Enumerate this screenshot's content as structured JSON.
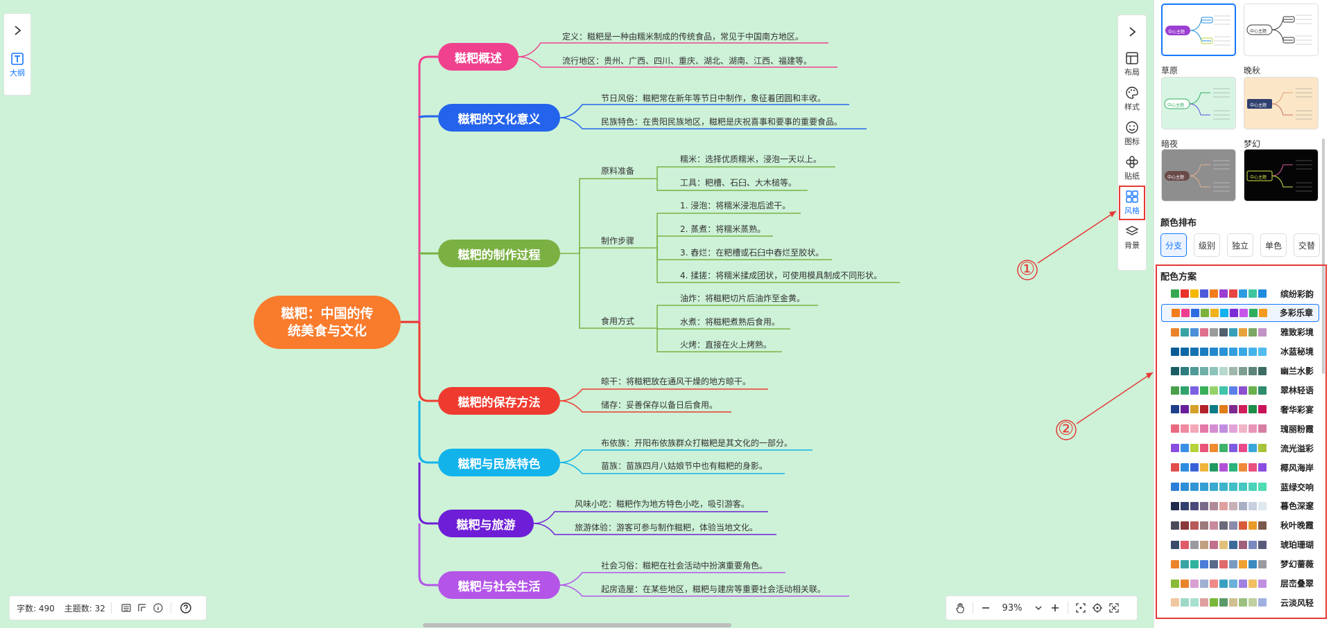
{
  "left_panel": {
    "toggle_icon": "chevron-right-icon",
    "outline_label": "大纲"
  },
  "mindmap": {
    "root": {
      "line1": "糍粑：中国的传",
      "line2": "统美食与文化"
    },
    "branches": [
      {
        "label": "糍粑概述",
        "color": "#f0418e"
      },
      {
        "label": "糍粑的文化意义",
        "color": "#2463eb"
      },
      {
        "label": "糍粑的制作过程",
        "color": "#7ab142"
      },
      {
        "label": "糍粑的保存方法",
        "color": "#ef3b2f"
      },
      {
        "label": "糍粑与民族特色",
        "color": "#12b3ea"
      },
      {
        "label": "糍粑与旅游",
        "color": "#6e1ed6"
      },
      {
        "label": "糍粑与社会生活",
        "color": "#b455e8"
      }
    ],
    "b1": [
      "定义：糍粑是一种由糯米制成的传统食品，常见于中国南方地区。",
      "流行地区：贵州、广西、四川、重庆、湖北、湖南、江西、福建等。"
    ],
    "b2": [
      "节日风俗：糍粑常在新年等节日中制作，象征着团圆和丰收。",
      "民族特色：在贵阳民族地区，糍粑是庆祝喜事和要事的重要食品。"
    ],
    "b3": {
      "groups": [
        "原料准备",
        "制作步骤",
        "食用方式"
      ],
      "g1": [
        "糯米：选择优质糯米，浸泡一天以上。",
        "工具：粑槽、石臼、大木槌等。"
      ],
      "g2": [
        "1. 浸泡：将糯米浸泡后滤干。",
        "2. 蒸煮：将糯米蒸熟。",
        "3. 舂烂：在粑槽或石臼中舂烂至胶状。",
        "4. 揉搓：将糯米揉成团状，可使用模具制成不同形状。"
      ],
      "g3": [
        "油炸：将糍粑切片后油炸至金黄。",
        "水煮：将糍粑煮熟后食用。",
        "火烤：直接在火上烤熟。"
      ]
    },
    "b4": [
      "晾干：将糍粑放在通风干燥的地方晾干。",
      "储存：妥善保存以备日后食用。"
    ],
    "b5": [
      "布依族：开阳布依族群众打糍粑是其文化的一部分。",
      "苗族：苗族四月八姑娘节中也有糍粑的身影。"
    ],
    "b6": [
      "风味小吃：糍粑作为地方特色小吃，吸引游客。",
      "旅游体验：游客可参与制作糍粑，体验当地文化。"
    ],
    "b7": [
      "社会习俗：糍粑在社会活动中扮演重要角色。",
      "起房造屋：在某些地区，糍粑与建房等重要社会活动相关联。"
    ]
  },
  "status": {
    "words": "字数: 490",
    "topics": "主题数: 32"
  },
  "zoom": {
    "value": "93%"
  },
  "right_toolbar": {
    "items": [
      {
        "label": "布局",
        "icon": "layout-icon"
      },
      {
        "label": "样式",
        "icon": "palette-icon"
      },
      {
        "label": "图标",
        "icon": "smiley-icon"
      },
      {
        "label": "贴纸",
        "icon": "sticker-icon"
      },
      {
        "label": "风格",
        "icon": "grid-icon"
      },
      {
        "label": "背景",
        "icon": "layers-icon"
      }
    ]
  },
  "side_panel": {
    "themes": [
      {
        "name": "草原"
      },
      {
        "name": "晚秋"
      },
      {
        "name": "暗夜"
      },
      {
        "name": "梦幻"
      }
    ],
    "theme_mini_label": "中心主题",
    "color_order_title": "颜色排布",
    "color_order_options": [
      "分支",
      "级别",
      "独立",
      "单色",
      "交替"
    ],
    "scheme_title": "配色方案",
    "schemes": [
      {
        "name": "缤纷彩韵",
        "colors": [
          "#36a852",
          "#e8312a",
          "#f5b700",
          "#4e5ad9",
          "#f07c1c",
          "#9b3ed1",
          "#e84545",
          "#2c9de0",
          "#3ec5a0",
          "#1f8bdc"
        ]
      },
      {
        "name": "多彩乐章",
        "colors": [
          "#f07c1c",
          "#ee3e8f",
          "#2f6be0",
          "#7bb13b",
          "#f0b21b",
          "#13b2ea",
          "#7b2bd5",
          "#c655e9",
          "#2fad5d",
          "#f29b1e"
        ]
      },
      {
        "name": "雅致彩境",
        "colors": [
          "#e9842b",
          "#3aa3a3",
          "#4c8fd8",
          "#de6f8d",
          "#9b9b9b",
          "#52606d",
          "#37a0b8",
          "#e6a23c",
          "#7ca663",
          "#c392c6"
        ]
      },
      {
        "name": "冰蓝秘境",
        "colors": [
          "#0a5c96",
          "#0e67a6",
          "#1572b2",
          "#1b7dbf",
          "#2288cb",
          "#2a93d5",
          "#329ede",
          "#3ba8e6",
          "#45b2ec",
          "#50bcf0"
        ]
      },
      {
        "name": "幽兰水影",
        "colors": [
          "#1a5e63",
          "#2e7d7f",
          "#4f9a98",
          "#6fb0a9",
          "#8cc3b9",
          "#b6d8cd",
          "#9fb7aa",
          "#7f9e92",
          "#5e857a",
          "#3d6c62"
        ]
      },
      {
        "name": "翠林轻语",
        "colors": [
          "#4aa04a",
          "#2fa36b",
          "#7b61e3",
          "#3aaf5a",
          "#96d26a",
          "#40c4aa",
          "#5d7fe8",
          "#8c4fd0",
          "#6ab04c",
          "#2f8d6e"
        ]
      },
      {
        "name": "奢华彩宴",
        "colors": [
          "#1f3f8a",
          "#6a1f9a",
          "#d6a12a",
          "#b2222a",
          "#0e7c86",
          "#e07c1a",
          "#7e2a8e",
          "#d21e5a",
          "#1f8e48",
          "#c9145a"
        ]
      },
      {
        "name": "瑰丽粉霞",
        "colors": [
          "#e9697f",
          "#ef8aa0",
          "#f4a9b9",
          "#e57aa8",
          "#d58dd1",
          "#c08ee0",
          "#e2a4d8",
          "#f1b5c8",
          "#e895b7",
          "#d77fa2"
        ]
      },
      {
        "name": "流光溢彩",
        "colors": [
          "#8a4de0",
          "#3a8ee6",
          "#b5d33a",
          "#e9557a",
          "#f08a2e",
          "#3fb36b",
          "#7c5ce0",
          "#e84a8a",
          "#38a8d8",
          "#a7c438"
        ]
      },
      {
        "name": "椰风海岸",
        "colors": [
          "#e14d4d",
          "#2f8be0",
          "#3a62d8",
          "#f0b43a",
          "#1f9a63",
          "#b24fd8",
          "#2ab47a",
          "#f08a3a",
          "#e8507d",
          "#8a4ee0"
        ]
      },
      {
        "name": "蓝绿交响",
        "colors": [
          "#2b7fd8",
          "#2e8fd8",
          "#3296d6",
          "#36a0d4",
          "#3aaad0",
          "#3eb4cc",
          "#42bec6",
          "#46c8c0",
          "#4ad2ba",
          "#4edcb4"
        ]
      },
      {
        "name": "暮色深邃",
        "colors": [
          "#1f2b4c",
          "#2f3f6e",
          "#4a4a7a",
          "#7a6a8a",
          "#b08a9a",
          "#e0a0a0",
          "#c8b0b8",
          "#a8b0c8",
          "#c8d0e0",
          "#e0e8f0"
        ]
      },
      {
        "name": "秋叶晚霞",
        "colors": [
          "#4a4a5a",
          "#8a3a3a",
          "#b85a5a",
          "#9a7a7a",
          "#c88a9a",
          "#6a6a7a",
          "#8a8aaa",
          "#d85a3a",
          "#e89a2a",
          "#7a5a4a"
        ]
      },
      {
        "name": "琥珀珊瑚",
        "colors": [
          "#3a4a6a",
          "#e05a6a",
          "#9a9aa0",
          "#c0a080",
          "#c0708a",
          "#e0c07a",
          "#3a6a9a",
          "#a0607a",
          "#7a8ac0",
          "#5a5a7a"
        ]
      },
      {
        "name": "梦幻蔷薇",
        "colors": [
          "#e9842b",
          "#3aa3a3",
          "#2fb3a0",
          "#4c7bd8",
          "#5a6a8a",
          "#e06a6a",
          "#7a9ac0",
          "#f0a030",
          "#3a8ac0",
          "#9a9aa0"
        ]
      },
      {
        "name": "层峦叠翠",
        "colors": [
          "#8aba3a",
          "#e9842b",
          "#d8a0d0",
          "#a0b0d0",
          "#f08a8a",
          "#3aa0c0",
          "#6ab0d8",
          "#a080e0",
          "#f0c060",
          "#c090e0"
        ]
      },
      {
        "name": "云淡风轻",
        "colors": [
          "#f0c8a0",
          "#a0d8c8",
          "#a8e0d0",
          "#e0a0a0",
          "#7ab83a",
          "#5a9a6a",
          "#d0c090",
          "#9ac080",
          "#c0d0a0",
          "#a0b0e0"
        ]
      }
    ]
  },
  "annotations": [
    "①",
    "②"
  ]
}
